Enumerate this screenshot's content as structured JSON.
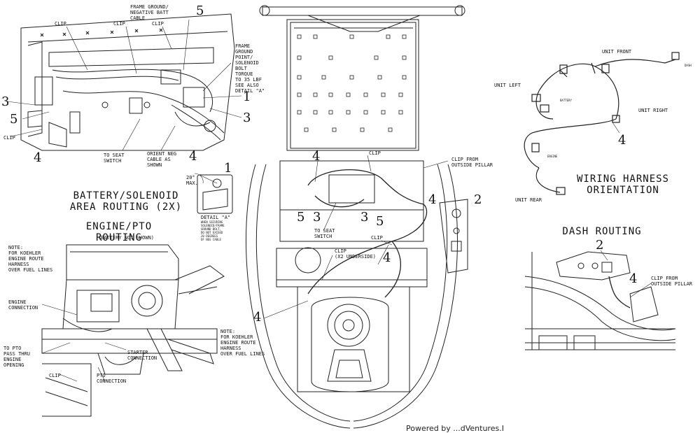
{
  "callouts": [
    "1",
    "2",
    "3",
    "4",
    "5"
  ],
  "battery_view": {
    "title": "BATTERY/SOLENOID\nAREA ROUTING (2X)",
    "subtitle": "(BATTERY NOT SHOWN)",
    "labels": {
      "clip_a": "CLIP",
      "clip_b": "CLIP",
      "clip_c": "CLIP",
      "clip_d": "CLIP",
      "frame_ground": "FRAME GROUND/\nNEGATIVE BATT\nCABLE",
      "solenoid_bolt": "FRAME\nGROUND\nPOINT/\nSOLENOID\nBOLT\nTORQUE\nTO 35 LBF\nSEE ALSO\nDETAIL \"A\"",
      "seat_switch": "TO SEAT\nSWITCH",
      "orient_neg": "ORIENT NEG\nCABLE AS\nSHOWN",
      "detail_a": "DETAIL \"A\"",
      "detail_note": "WHEN SECURING\nSOLENOID/FRAME\nGROUND BOLT,\nDO NOT EXCEED\n20 DEGREES\nOF NEG CABLE",
      "angle": "20°\nMAX."
    }
  },
  "engine_view": {
    "title": "ENGINE/PTO\nROUTING",
    "labels": {
      "note": "NOTE:\nFOR KOEHLER\nENGINE ROUTE\nHARNESS\nOVER FUEL LINES",
      "engine_conn": "ENGINE\nCONNECTION",
      "pto_pass": "TO PTO\nPASS THRU\nENGINE\nOPENING",
      "starter": "STARTER\nCONNECTION",
      "clip": "CLIP",
      "pto_conn": "PTO\nCONNECTION"
    }
  },
  "center_view": {
    "labels": {
      "clip_top": "CLIP",
      "clip_pillar": "CLIP FROM\nOUTSIDE PILLAR",
      "seat_switch": "TO SEAT\nSWITCH",
      "clip_under": "CLIP\n(X2 UNDERSIDE)",
      "clip_right": "CLIP",
      "note": "NOTE:\nFOR KOEHLER\nENGINE ROUTE\nHARNESS\nOVER FUEL LINES"
    }
  },
  "harness_view": {
    "title": "WIRING HARNESS\nORIENTATION",
    "labels": {
      "unit_front": "UNIT FRONT",
      "unit_left": "UNIT LEFT",
      "unit_right": "UNIT RIGHT",
      "unit_rear": "UNIT REAR",
      "battery": "BATTERY",
      "engine": "ENGINE",
      "dash": "DASH"
    }
  },
  "dash_view": {
    "title": "DASH ROUTING",
    "labels": {
      "clip_pillar": "CLIP FROM\nOUTSIDE PILLAR"
    }
  },
  "footer_text": "Powered by ...dVentures.I"
}
